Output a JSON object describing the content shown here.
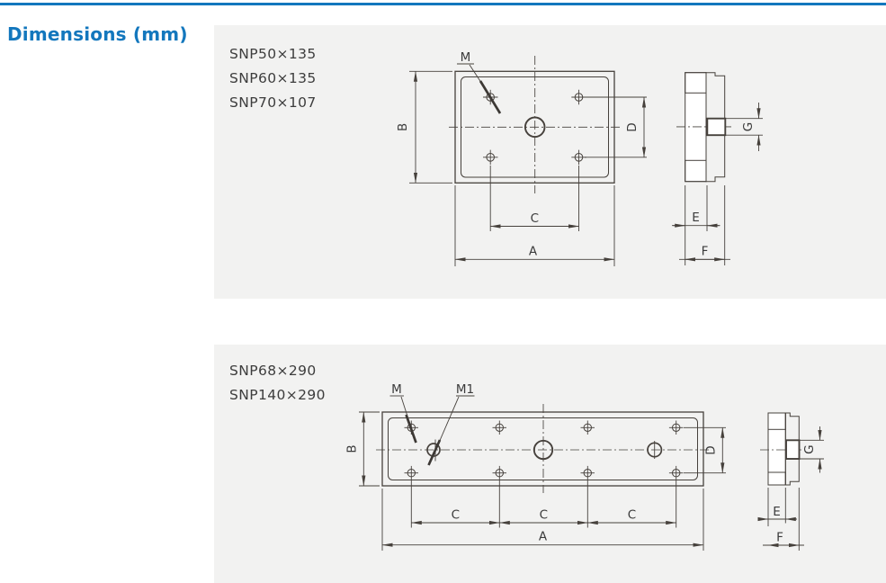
{
  "header": {
    "title": "Dimensions (mm)",
    "accent_color": "#1377bd"
  },
  "sections": [
    {
      "models": [
        "SNP50×135",
        "SNP60×135",
        "SNP70×107"
      ],
      "dims": {
        "A": "A",
        "B": "B",
        "C": "C",
        "D": "D",
        "E": "E",
        "F": "F",
        "G": "G"
      },
      "callouts": {
        "M": "M"
      }
    },
    {
      "models": [
        "SNP68×290",
        "SNP140×290"
      ],
      "dims": {
        "A": "A",
        "B": "B",
        "C": "C",
        "D": "D",
        "E": "E",
        "F": "F",
        "G": "G"
      },
      "callouts": {
        "M": "M",
        "M1": "M1"
      }
    }
  ]
}
